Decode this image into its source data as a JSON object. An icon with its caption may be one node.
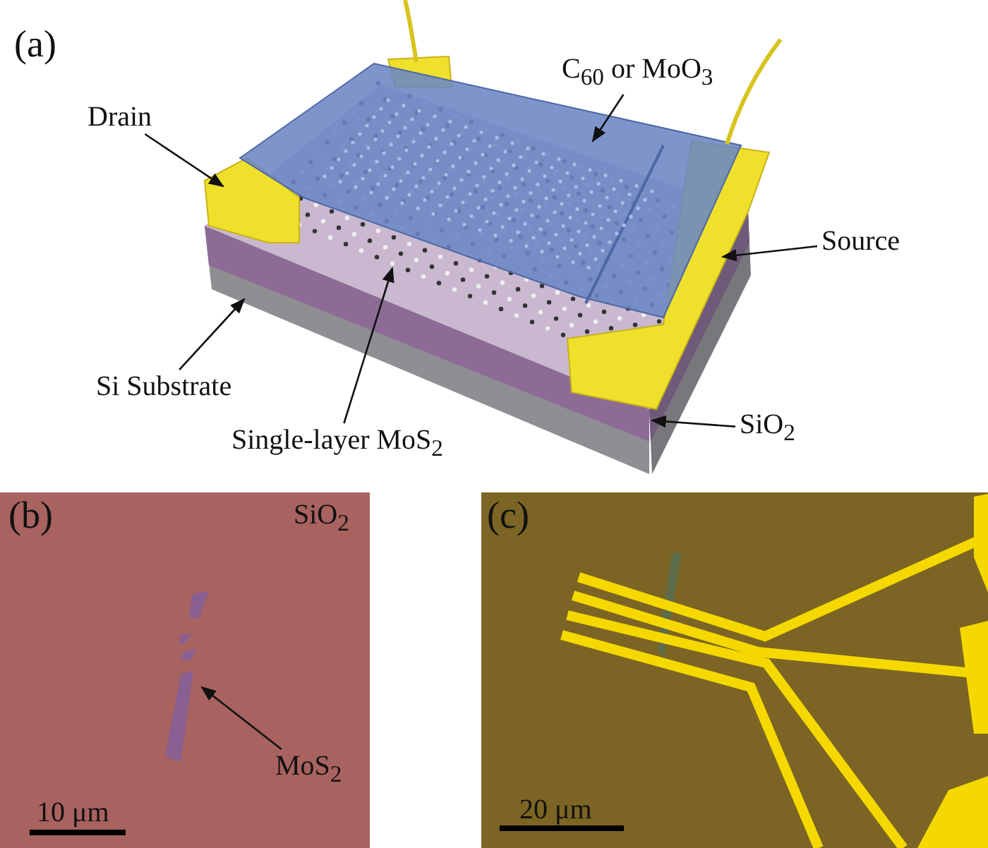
{
  "diagram": {
    "nodes": [
      {
        "text": [
          "Drain"
        ]
      },
      {
        "text": [
          "C$_{60}$ or MoO$_{3}$"
        ]
      },
      {
        "text": [
          "Source"
        ]
      },
      {
        "text": [
          "Si Substrate"
        ]
      },
      {
        "text": [
          "Single-layer MoS$_{2}$"
        ]
      },
      {
        "text": [
          "SiO$_{2}$"
        ]
      },
      {
        "text": [
          "MoS$_{2}$"
        ]
      }
    ],
    "edges": [
      {
        "from": 0,
        "to": null,
        "arrow": "to"
      },
      {
        "from": 1,
        "to": null,
        "arrow": "to"
      },
      {
        "from": 2,
        "to": null,
        "arrow": "to"
      },
      {
        "from": 3,
        "to": null,
        "arrow": "to"
      },
      {
        "from": 4,
        "to": null,
        "arrow": "to"
      },
      {
        "from": 5,
        "to": null,
        "arrow": "to"
      },
      {
        "from": 6,
        "to": null,
        "arrow": "to"
      }
    ],
    "labels": [
      "(a)",
      "(b)",
      "SiO$_{2}$",
      "10 μm",
      "(c)",
      "20 μm"
    ]
  }
}
